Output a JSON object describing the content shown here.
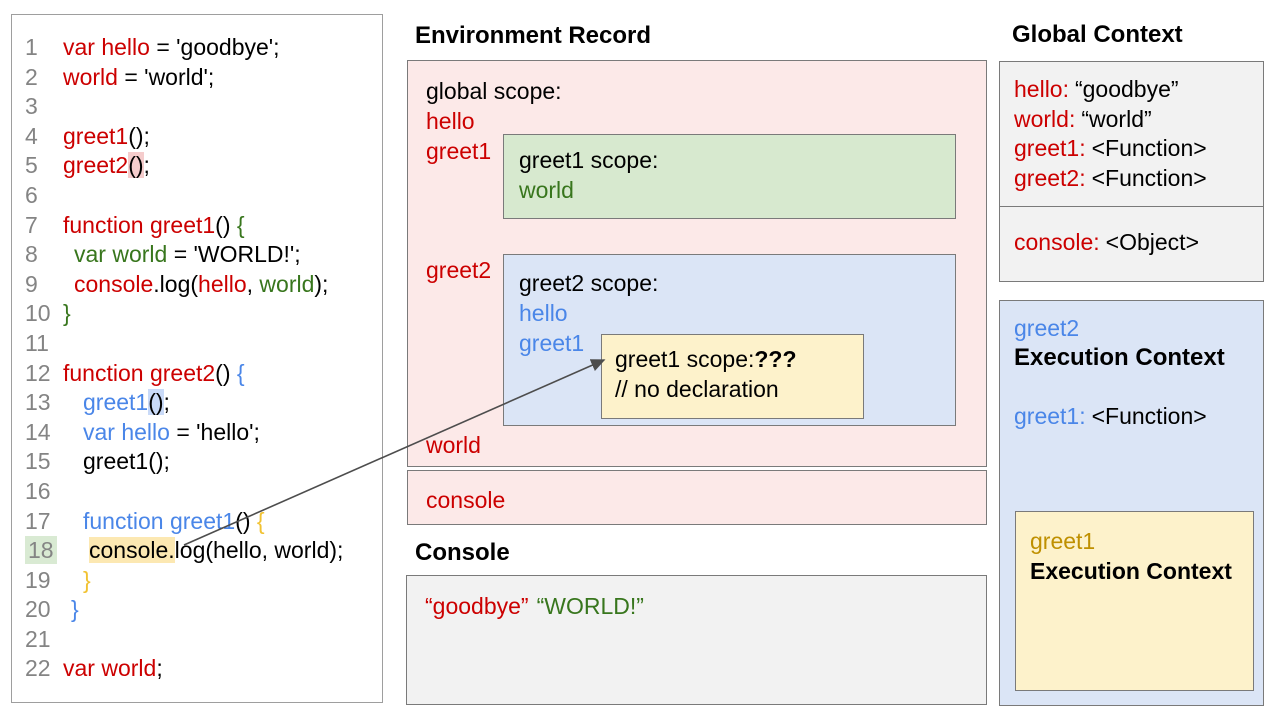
{
  "colors": {
    "red": "#cc0000",
    "blue": "#4a86e8",
    "green": "#38761d",
    "gold": "#bf9000",
    "brace_gold": "#f1c232",
    "black": "#000000",
    "line_number_gray": "#848484",
    "border": "#7a7a7a",
    "pink_bg": "#fce9e8",
    "green_bg": "#d7e9cf",
    "blue_bg": "#dbe5f6",
    "yellow_bg": "#fdf2cb",
    "gray_bg": "#f2f2f2",
    "highlight_pink": "#f5cccc",
    "highlight_blue": "#c9daf8",
    "highlight_yellow": "#fce8b2",
    "highlight_green": "#d9ead3",
    "arrow": "#4d4d4d"
  },
  "editor": {
    "lines": [
      {
        "num": "1",
        "indent": 0,
        "seg": [
          [
            "var hello",
            "red"
          ],
          [
            " = 'goodbye';",
            "black"
          ]
        ]
      },
      {
        "num": "2",
        "indent": 0,
        "seg": [
          [
            "world",
            "red"
          ],
          [
            " = 'world';",
            "black"
          ]
        ]
      },
      {
        "num": "3",
        "indent": 0,
        "seg": []
      },
      {
        "num": "4",
        "indent": 0,
        "seg": [
          [
            "greet1",
            "red"
          ],
          [
            "();",
            "black"
          ]
        ]
      },
      {
        "num": "5",
        "indent": 0,
        "seg": [
          [
            "greet2",
            "red"
          ],
          [
            "()",
            "black",
            "highlight_pink"
          ],
          [
            ";",
            "black"
          ]
        ]
      },
      {
        "num": "6",
        "indent": 0,
        "seg": []
      },
      {
        "num": "7",
        "indent": 0,
        "seg": [
          [
            "function greet1",
            "red"
          ],
          [
            "() ",
            "black"
          ],
          [
            "{",
            "green"
          ]
        ]
      },
      {
        "num": "8",
        "indent": 11,
        "seg": [
          [
            "var world",
            "green"
          ],
          [
            " = 'WORLD!';",
            "black"
          ]
        ]
      },
      {
        "num": "9",
        "indent": 11,
        "seg": [
          [
            "console",
            "red"
          ],
          [
            ".log(",
            "black"
          ],
          [
            "hello",
            "red"
          ],
          [
            ", ",
            "black"
          ],
          [
            "world",
            "green"
          ],
          [
            ");",
            "black"
          ]
        ]
      },
      {
        "num": "10",
        "indent": 0,
        "seg": [
          [
            "}",
            "green"
          ]
        ]
      },
      {
        "num": "11",
        "indent": 0,
        "seg": []
      },
      {
        "num": "12",
        "indent": 0,
        "seg": [
          [
            "function greet2",
            "red"
          ],
          [
            "() ",
            "black"
          ],
          [
            "{",
            "blue"
          ]
        ]
      },
      {
        "num": "13",
        "indent": 20,
        "seg": [
          [
            "greet1",
            "blue"
          ],
          [
            "()",
            "black",
            "highlight_blue"
          ],
          [
            ";",
            "black"
          ]
        ]
      },
      {
        "num": "14",
        "indent": 20,
        "seg": [
          [
            "var hello",
            "blue"
          ],
          [
            " = 'hello';",
            "black"
          ]
        ]
      },
      {
        "num": "15",
        "indent": 20,
        "seg": [
          [
            "greet1();",
            "black"
          ]
        ]
      },
      {
        "num": "16",
        "indent": 0,
        "seg": []
      },
      {
        "num": "17",
        "indent": 20,
        "seg": [
          [
            "function greet1",
            "blue"
          ],
          [
            "() ",
            "black"
          ],
          [
            "{",
            "brace_gold"
          ]
        ]
      },
      {
        "num": "18",
        "indent": 26,
        "num_hl": true,
        "seg": [
          [
            "console.",
            "black",
            "highlight_yellow"
          ],
          [
            "log(hello, world);",
            "black"
          ]
        ]
      },
      {
        "num": "19",
        "indent": 20,
        "seg": [
          [
            "}",
            "brace_gold"
          ]
        ]
      },
      {
        "num": "20",
        "indent": 8,
        "seg": [
          [
            "}",
            "blue"
          ]
        ]
      },
      {
        "num": "21",
        "indent": 0,
        "seg": []
      },
      {
        "num": "22",
        "indent": 0,
        "seg": [
          [
            "var world",
            "red"
          ],
          [
            ";",
            "black"
          ]
        ]
      }
    ]
  },
  "environment_record": {
    "title": "Environment Record",
    "global_scope_label": "global scope:",
    "vars": {
      "hello": "hello",
      "greet1": "greet1",
      "greet2": "greet2",
      "world": "world",
      "console": "console"
    },
    "greet1_scope": {
      "label": "greet1 scope:",
      "world": "world"
    },
    "greet2_scope": {
      "label": "greet2 scope:",
      "hello": "hello",
      "greet1": "greet1",
      "greet1_inner": {
        "label": "greet1 scope:",
        "unknown": "???",
        "comment": "// no declaration"
      }
    }
  },
  "console_panel": {
    "title": "Console",
    "output": [
      {
        "text": "“goodbye”",
        "color": "red"
      },
      {
        "text": "“WORLD!”",
        "color": "green"
      }
    ]
  },
  "global_context": {
    "title": "Global Context",
    "rows": [
      {
        "name": "hello:",
        "value": "“goodbye”"
      },
      {
        "name": "world:",
        "value": "“world”"
      },
      {
        "name": "greet1:",
        "value": "<Function>"
      },
      {
        "name": "greet2:",
        "value": "<Function>"
      }
    ],
    "console_row": {
      "name": "console:",
      "value": "<Object>"
    }
  },
  "greet2_context": {
    "name": "greet2",
    "title": "Execution Context",
    "row": {
      "name": "greet1:",
      "value": "<Function>"
    },
    "greet1_context": {
      "name": "greet1",
      "title": "Execution Context"
    }
  }
}
